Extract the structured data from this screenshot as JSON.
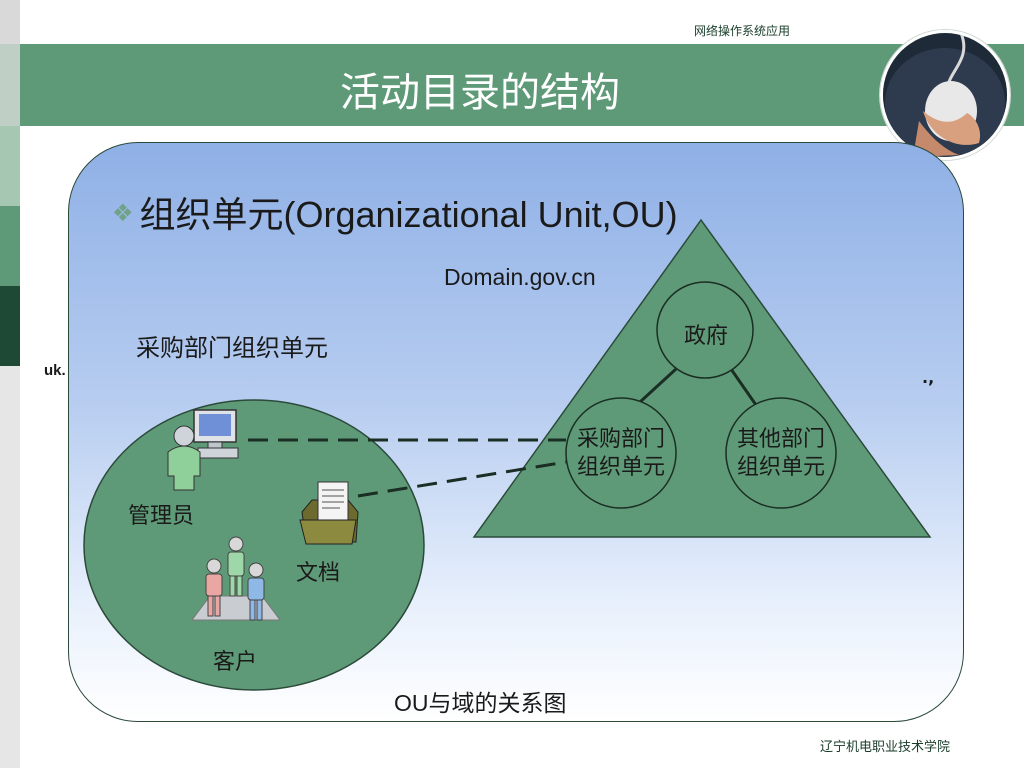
{
  "header": {
    "course": "网络操作系统应用"
  },
  "slide": {
    "title": "活动目录的结构"
  },
  "bullet": {
    "glyph": "❖",
    "text": "组织单元(Organizational Unit,OU)"
  },
  "diagram": {
    "domain_label": "Domain.gov.cn",
    "ou_circle_label": "采购部门组织单元",
    "admin_label": "管理员",
    "doc_label": "文档",
    "customer_label": "客户",
    "tree": {
      "root": "政府",
      "left_line1": "采购部门",
      "left_line2": "组织单元",
      "right_line1": "其他部门",
      "right_line2": "组织单元"
    },
    "caption": "OU与域的关系图"
  },
  "fragments": {
    "left": "uk.",
    "right": ".,"
  },
  "footer": {
    "school": "辽宁机电职业技术学院"
  },
  "colors": {
    "band": "#5f9a78",
    "shape_fill": "#5f9a78",
    "panel_top": "#8fb0e6"
  }
}
